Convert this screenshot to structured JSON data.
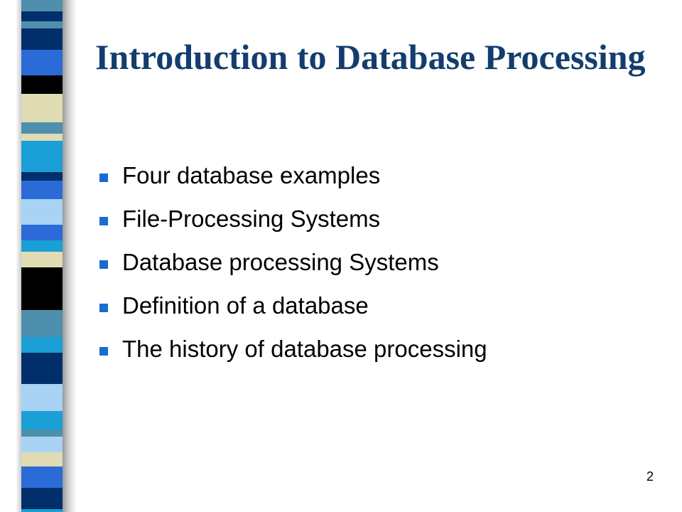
{
  "slide": {
    "title": "Introduction to Database Processing",
    "bullets": [
      "Four database examples",
      "File-Processing Systems",
      "Database processing Systems",
      "Definition of a database",
      "The history of database processing"
    ],
    "page_number": "2"
  },
  "colors": {
    "title": "#133d6e",
    "bullet_marker": "#1a6bd1",
    "stripe_palette": [
      "#002f6c",
      "#4f8fae",
      "#1a9fd6",
      "#e0dcb4",
      "#000000",
      "#2b6bd8",
      "#a9d3f5"
    ]
  }
}
